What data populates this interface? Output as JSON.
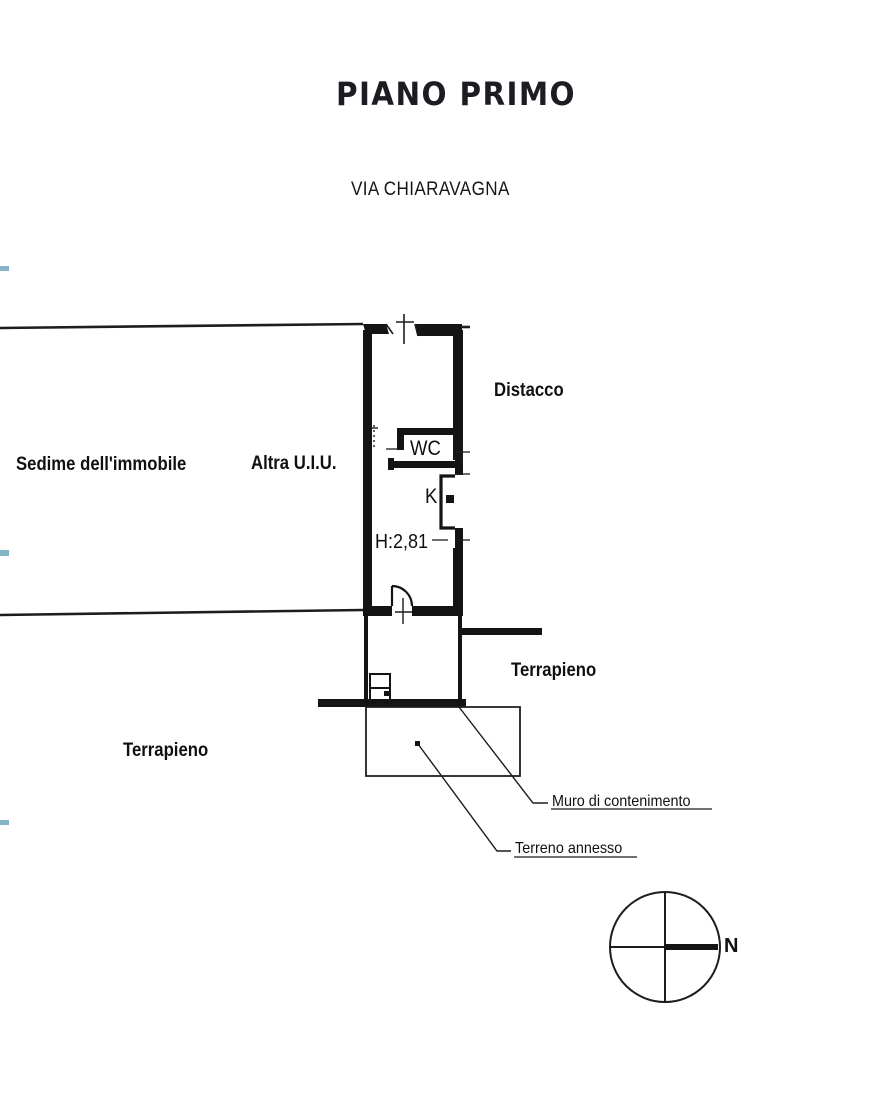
{
  "document": {
    "title": "PIANO PRIMO",
    "street": "VIA CHIARAVAGNA"
  },
  "labels": {
    "sedime": "Sedime dell'immobile",
    "altra_uiu": "Altra U.I.U.",
    "distacco": "Distacco",
    "wc": "WC",
    "kitchen": "K",
    "height": "H:2,81",
    "terrapieno_right": "Terrapieno",
    "terrapieno_left": "Terrapieno",
    "muro_contenimento": "Muro di contenimento",
    "terreno_annesso": "Terreno annesso"
  },
  "compass": {
    "north_label": "N"
  },
  "colors": {
    "ink": "#141414",
    "wall": "#161616",
    "thin_line": "#1a1a1a",
    "paper": "#ffffff",
    "scan_artifact": "#6fa8bd"
  },
  "geometry_notes": {
    "unit_outline": "narrow vertical apartment, upper room plus lower room",
    "north_arrow_direction": "right (east side of circle marked N)"
  }
}
